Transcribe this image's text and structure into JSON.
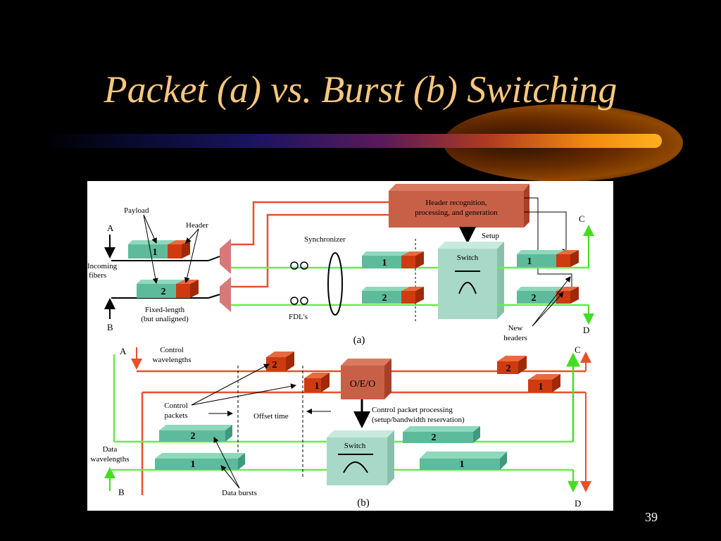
{
  "slide": {
    "title": "Packet (a) vs. Burst (b) Switching",
    "page_number": "39",
    "colors": {
      "title": "#F6C77E",
      "background": "#000000",
      "red_line": "#E8502A",
      "green_line": "#66EE44",
      "packet_body": "#5DBB9C",
      "packet_header": "#D03A10",
      "switch": "#A8D8C8"
    }
  },
  "diagram_a": {
    "caption": "(a)",
    "labels": {
      "payload": "Payload",
      "header": "Header",
      "a": "A",
      "b": "B",
      "incoming_fibers_1": "Incoming",
      "incoming_fibers_2": "fibers",
      "fixed_length_1": "Fixed-length",
      "fixed_length_2": "(but unaligned)",
      "synchronizer": "Synchronizer",
      "fdls": "FDL's",
      "header_box_1": "Header recognition,",
      "header_box_2": "processing, and generation",
      "setup": "Setup",
      "switch": "Switch",
      "new_headers_1": "New",
      "new_headers_2": "headers",
      "c": "C",
      "d": "D"
    },
    "packets": {
      "in1": "1",
      "in2": "2",
      "sync1": "1",
      "sync2": "2",
      "out1": "1",
      "out2": "2"
    }
  },
  "diagram_b": {
    "caption": "(b)",
    "labels": {
      "a": "A",
      "b": "B",
      "c": "C",
      "d": "D",
      "control_wavelengths_1": "Control",
      "control_wavelengths_2": "wavelengths",
      "control_packets_1": "Control",
      "control_packets_2": "packets",
      "offset_time": "Offset time",
      "data_wavelengths_1": "Data",
      "data_wavelengths_2": "wavelengths",
      "data_bursts": "Data bursts",
      "oeo": "O/E/O",
      "control_processing_1": "Control packet processing",
      "control_processing_2": "(setup/bandwidth reservation)",
      "switch": "Switch"
    },
    "packets": {
      "ctrl_in2": "2",
      "ctrl_in1": "1",
      "ctrl_out2": "2",
      "ctrl_out1": "1",
      "burst_in2": "2",
      "burst_in1": "1",
      "burst_out2": "2",
      "burst_out1": "1"
    }
  }
}
